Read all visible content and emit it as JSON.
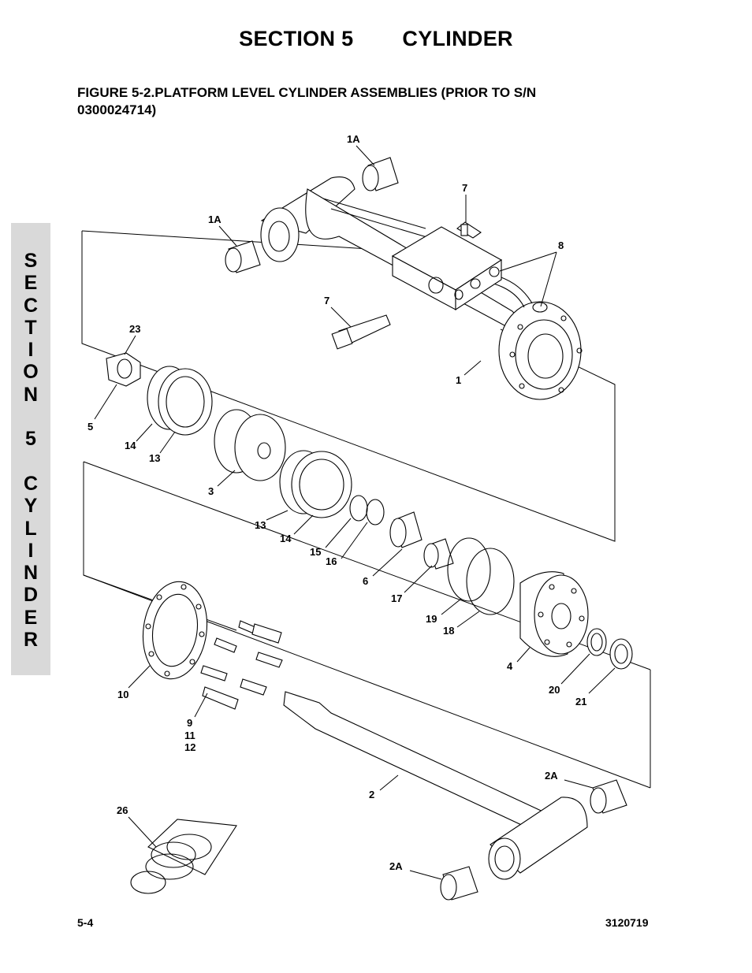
{
  "header": {
    "section_label": "SECTION 5",
    "section_name": "CYLINDER"
  },
  "figure": {
    "title": "FIGURE 5-2.PLATFORM LEVEL CYLINDER ASSEMBLIES (PRIOR TO S/N 0300024714)"
  },
  "side_tab": {
    "letters": [
      "S",
      "E",
      "C",
      "T",
      "I",
      "O",
      "N",
      "",
      "5",
      "",
      "C",
      "Y",
      "L",
      "I",
      "N",
      "D",
      "E",
      "R"
    ]
  },
  "callouts": [
    {
      "label": "1A"
    },
    {
      "label": "7"
    },
    {
      "label": "1A"
    },
    {
      "label": "8"
    },
    {
      "label": "7"
    },
    {
      "label": "23"
    },
    {
      "label": "1"
    },
    {
      "label": "5"
    },
    {
      "label": "14"
    },
    {
      "label": "13"
    },
    {
      "label": "3"
    },
    {
      "label": "13"
    },
    {
      "label": "14"
    },
    {
      "label": "15"
    },
    {
      "label": "16"
    },
    {
      "label": "6"
    },
    {
      "label": "17"
    },
    {
      "label": "19"
    },
    {
      "label": "18"
    },
    {
      "label": "4"
    },
    {
      "label": "10"
    },
    {
      "label": "20"
    },
    {
      "label": "21"
    },
    {
      "label": "9"
    },
    {
      "label": "11"
    },
    {
      "label": "12"
    },
    {
      "label": "2A"
    },
    {
      "label": "2"
    },
    {
      "label": "26"
    },
    {
      "label": "2A"
    }
  ],
  "footer": {
    "page_number": "5-4",
    "doc_number": "3120719"
  }
}
